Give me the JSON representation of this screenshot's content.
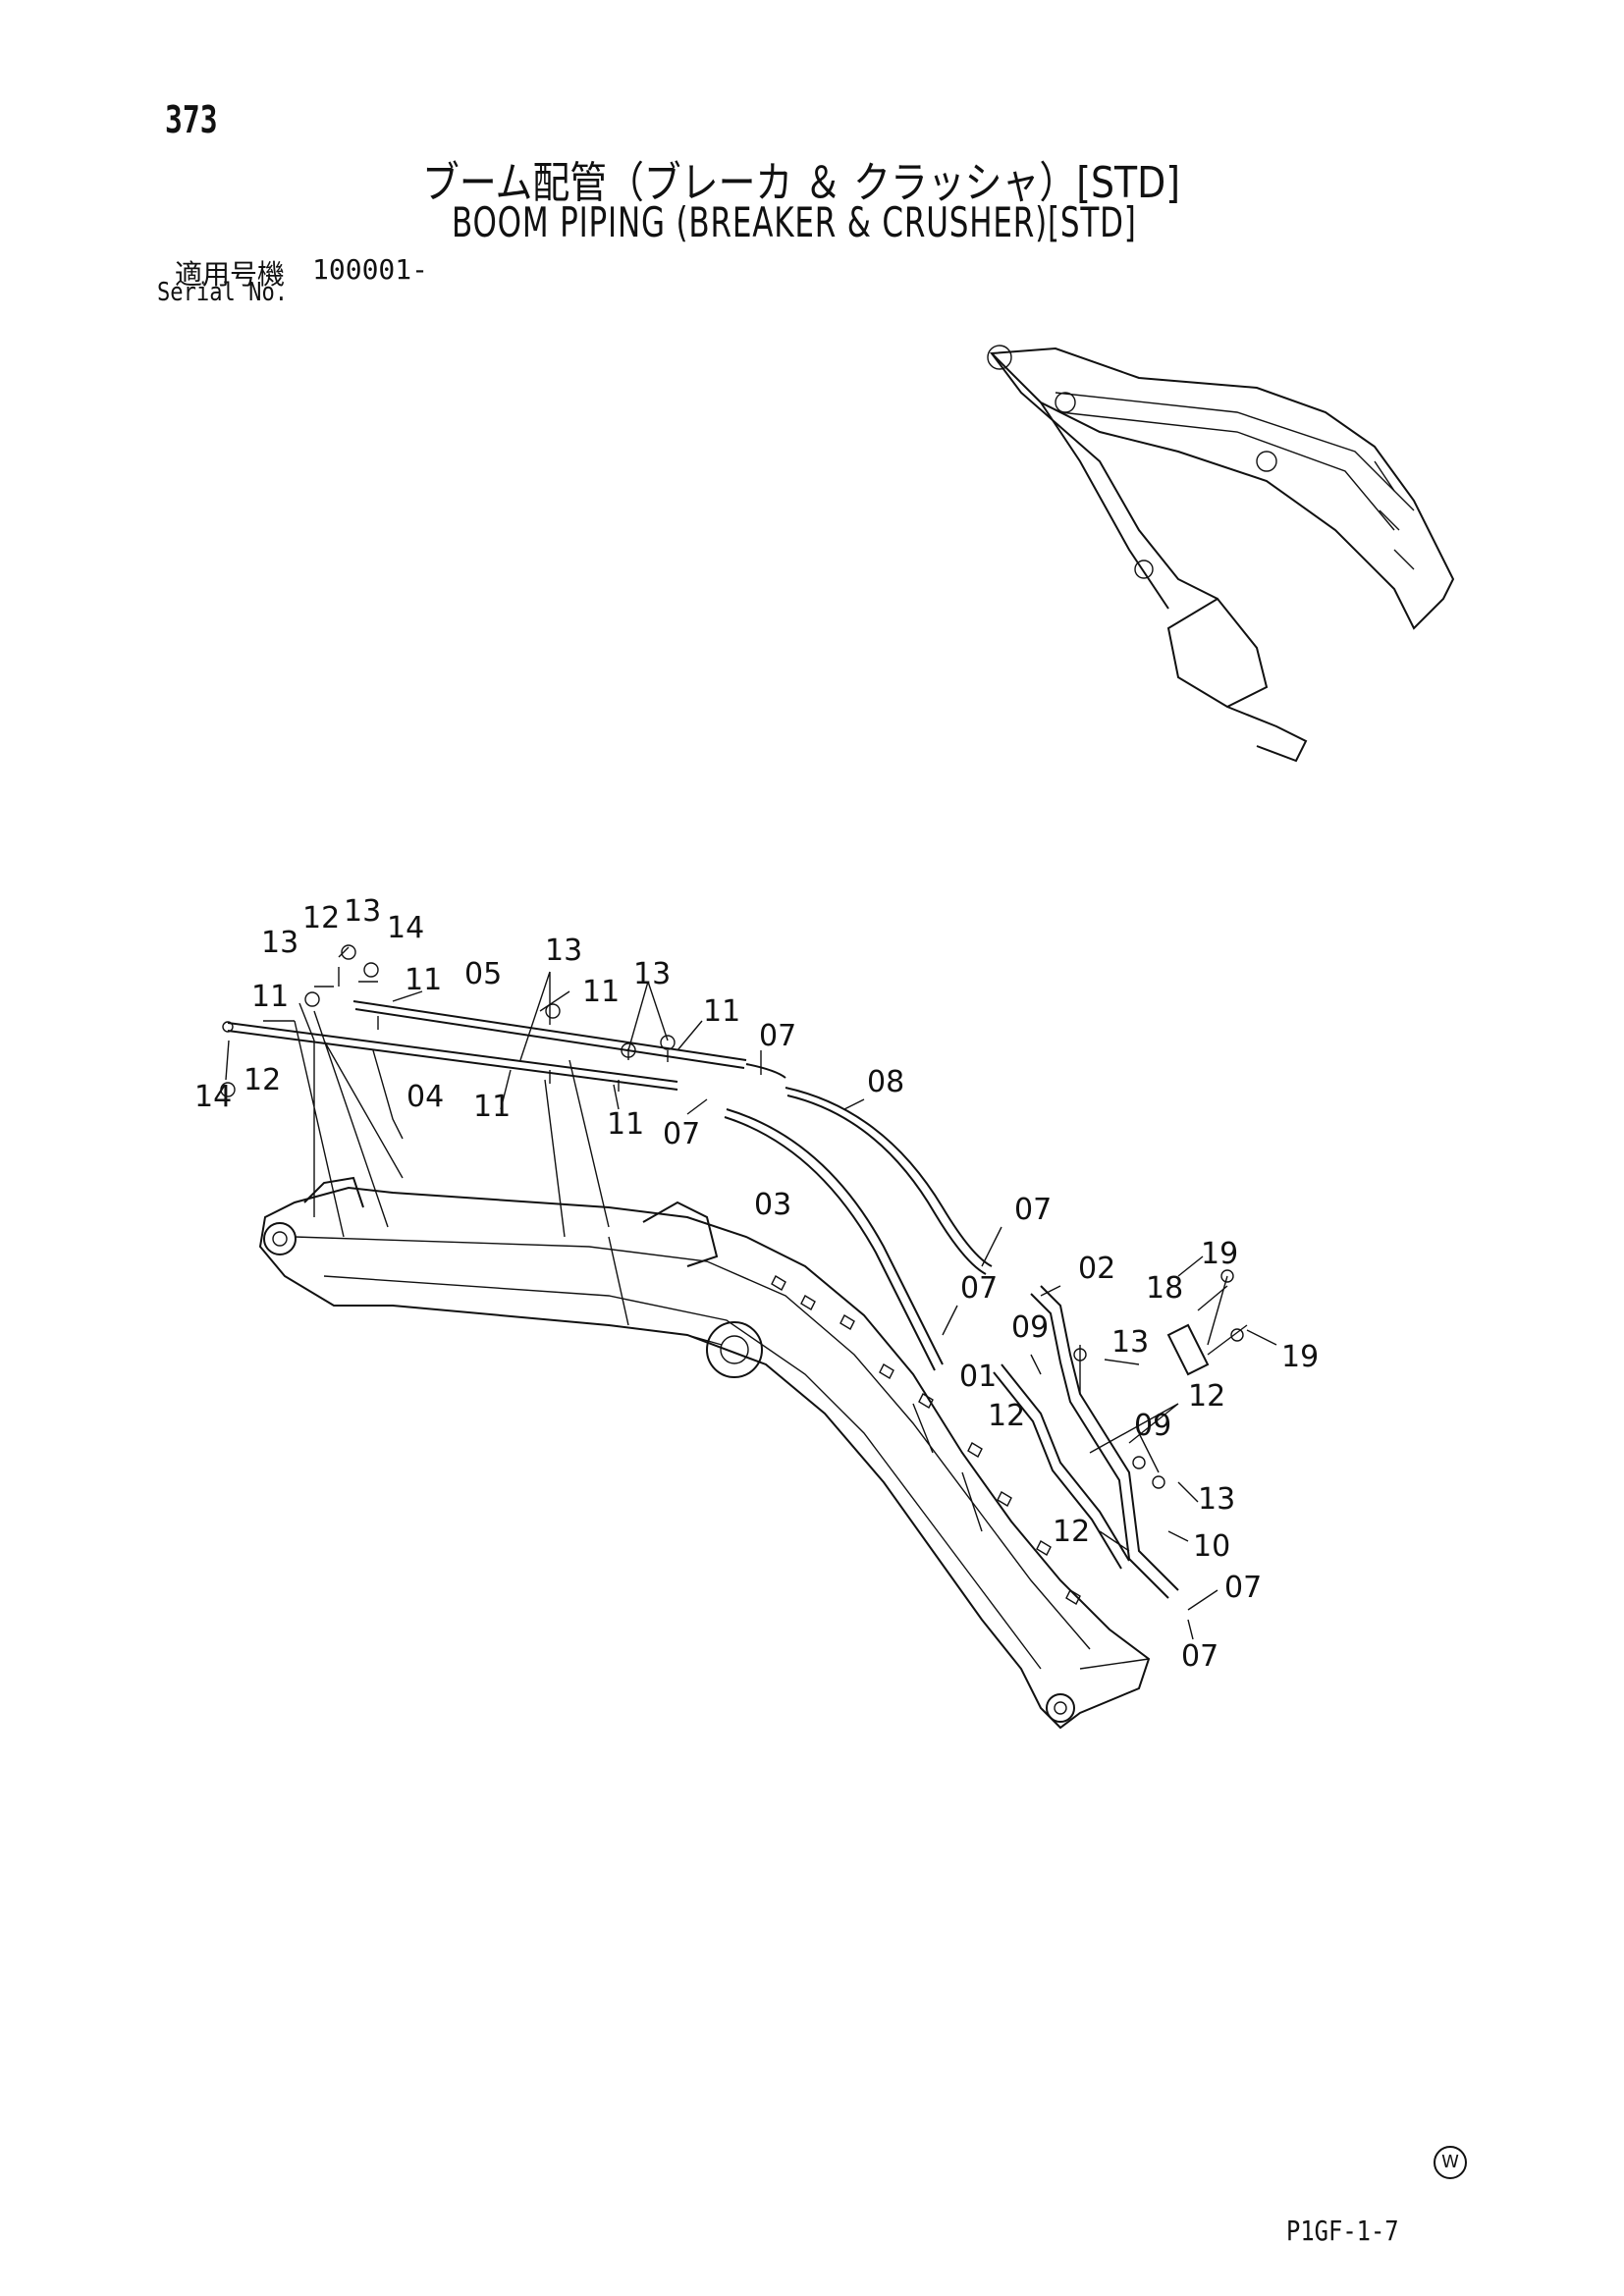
{
  "page_number": "373",
  "title_jp": "ブーム配管（ブレーカ ＆ クラッシャ）[STD]",
  "title_en": "BOOM PIPING (BREAKER & CRUSHER)[STD]",
  "serial_label_jp": "適用号機",
  "serial_value": "100001-",
  "serial_label_en": "Serial No.",
  "footer_code": "P1GF-1-7",
  "corner_mark": "W",
  "callouts": {
    "c01": "01",
    "c02": "02",
    "c03": "03",
    "c04": "04",
    "c05": "05",
    "c07a": "07",
    "c07b": "07",
    "c07c": "07",
    "c07d": "07",
    "c07e": "07",
    "c07f": "07",
    "c08": "08",
    "c09a": "09",
    "c09b": "09",
    "c10": "10",
    "c11a": "11",
    "c11b": "11",
    "c11c": "11",
    "c11d": "11",
    "c11e": "11",
    "c11f": "11",
    "c12a": "12",
    "c12b": "12",
    "c12c": "12",
    "c12d": "12",
    "c12e": "12",
    "c13a": "13",
    "c13b": "13",
    "c13c": "13",
    "c13d": "13",
    "c13e": "13",
    "c13f": "13",
    "c14a": "14",
    "c14b": "14",
    "c18": "18",
    "c19a": "19",
    "c19b": "19"
  }
}
